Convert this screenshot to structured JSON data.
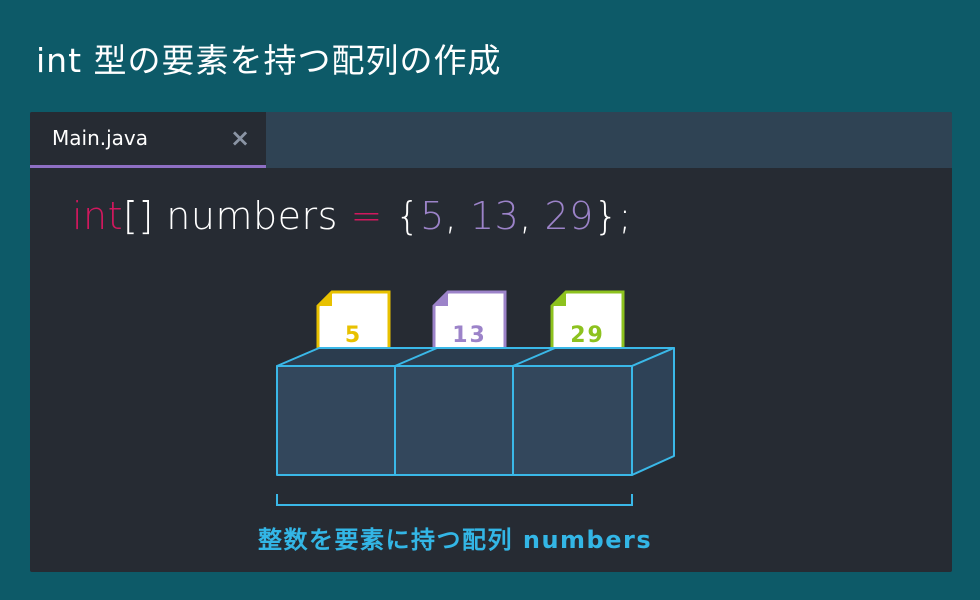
{
  "title": "int 型の要素を持つ配列の作成",
  "editor": {
    "tab_label": "Main.java",
    "close_glyph": "×"
  },
  "code": {
    "keyword": "int",
    "brackets": "[]",
    "identifier": " numbers ",
    "assign": "=",
    "open_brace": " {",
    "values": [
      "5",
      "13",
      "29"
    ],
    "separators": [
      ", ",
      ", "
    ],
    "close": "};"
  },
  "diagram": {
    "elements": [
      {
        "value": "5",
        "color": "#e8c100"
      },
      {
        "value": "13",
        "color": "#9c83c9"
      },
      {
        "value": "29",
        "color": "#8dc21f"
      }
    ],
    "box_stroke": "#3ab8e8",
    "box_fill": "#33475c",
    "caption": "整数を要素に持つ配列 numbers"
  },
  "colors": {
    "background": "#0d5a68",
    "editor_bg": "#262b33",
    "tabbar_bg": "#2f4354",
    "tab_accent": "#8e6fc4",
    "keyword": "#d0185e",
    "number": "#9c83c9",
    "caption": "#33b6e6"
  }
}
